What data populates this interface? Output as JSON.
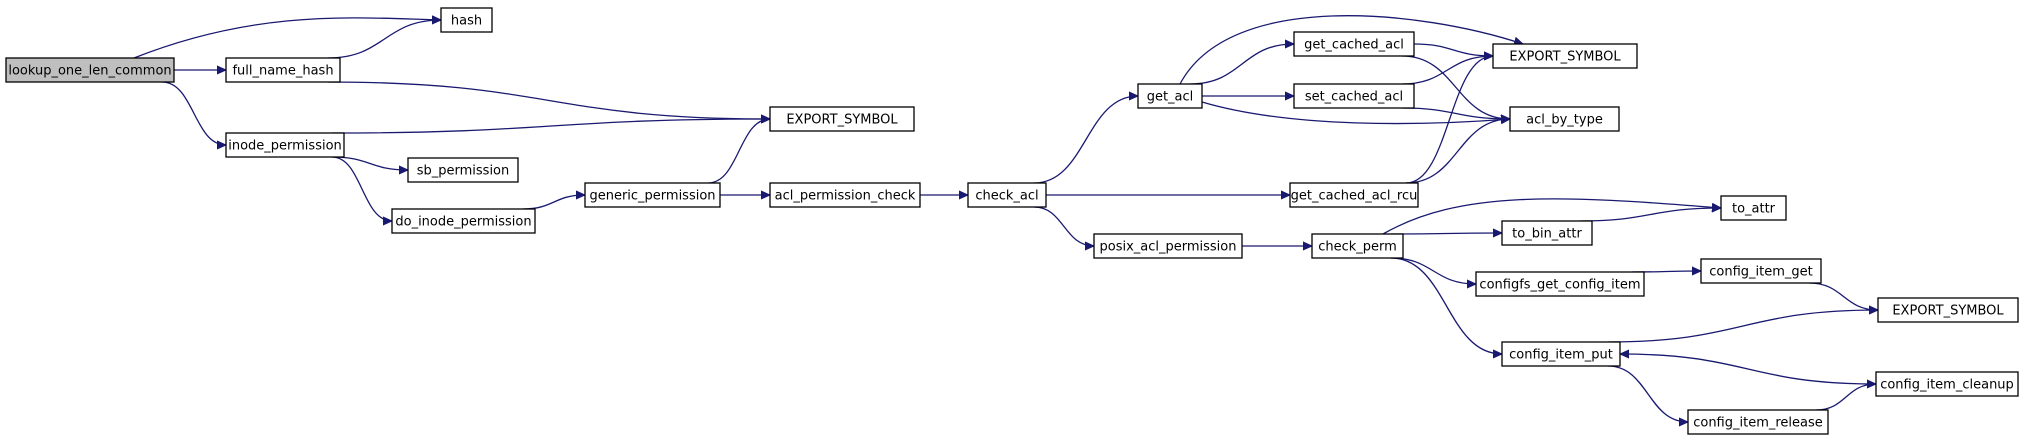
{
  "nodes": [
    {
      "id": "lookup_one_len_common",
      "label": "lookup_one_len_common",
      "root": true
    },
    {
      "id": "full_name_hash",
      "label": "full_name_hash"
    },
    {
      "id": "hash",
      "label": "hash"
    },
    {
      "id": "inode_permission",
      "label": "inode_permission"
    },
    {
      "id": "export_symbol_1",
      "label": "EXPORT_SYMBOL"
    },
    {
      "id": "sb_permission",
      "label": "sb_permission"
    },
    {
      "id": "do_inode_permission",
      "label": "do_inode_permission"
    },
    {
      "id": "generic_permission",
      "label": "generic_permission"
    },
    {
      "id": "acl_permission_check",
      "label": "acl_permission_check"
    },
    {
      "id": "check_acl",
      "label": "check_acl"
    },
    {
      "id": "get_acl",
      "label": "get_acl"
    },
    {
      "id": "get_cached_acl",
      "label": "get_cached_acl"
    },
    {
      "id": "set_cached_acl",
      "label": "set_cached_acl"
    },
    {
      "id": "export_symbol_2",
      "label": "EXPORT_SYMBOL"
    },
    {
      "id": "acl_by_type",
      "label": "acl_by_type"
    },
    {
      "id": "get_cached_acl_rcu",
      "label": "get_cached_acl_rcu"
    },
    {
      "id": "posix_acl_permission",
      "label": "posix_acl_permission"
    },
    {
      "id": "check_perm",
      "label": "check_perm"
    },
    {
      "id": "to_bin_attr",
      "label": "to_bin_attr"
    },
    {
      "id": "to_attr",
      "label": "to_attr"
    },
    {
      "id": "configfs_get_config_item",
      "label": "configfs_get_config_item"
    },
    {
      "id": "config_item_get",
      "label": "config_item_get"
    },
    {
      "id": "export_symbol_3",
      "label": "EXPORT_SYMBOL"
    },
    {
      "id": "config_item_put",
      "label": "config_item_put"
    },
    {
      "id": "config_item_cleanup",
      "label": "config_item_cleanup"
    },
    {
      "id": "config_item_release",
      "label": "config_item_release"
    }
  ],
  "edges": [
    {
      "from": "lookup_one_len_common",
      "to": "full_name_hash"
    },
    {
      "from": "lookup_one_len_common",
      "to": "hash"
    },
    {
      "from": "lookup_one_len_common",
      "to": "inode_permission"
    },
    {
      "from": "full_name_hash",
      "to": "hash"
    },
    {
      "from": "full_name_hash",
      "to": "export_symbol_1"
    },
    {
      "from": "inode_permission",
      "to": "export_symbol_1"
    },
    {
      "from": "inode_permission",
      "to": "sb_permission"
    },
    {
      "from": "inode_permission",
      "to": "do_inode_permission"
    },
    {
      "from": "do_inode_permission",
      "to": "generic_permission"
    },
    {
      "from": "generic_permission",
      "to": "export_symbol_1"
    },
    {
      "from": "generic_permission",
      "to": "acl_permission_check"
    },
    {
      "from": "acl_permission_check",
      "to": "check_acl"
    },
    {
      "from": "check_acl",
      "to": "get_acl"
    },
    {
      "from": "check_acl",
      "to": "get_cached_acl_rcu"
    },
    {
      "from": "check_acl",
      "to": "posix_acl_permission"
    },
    {
      "from": "get_acl",
      "to": "export_symbol_2"
    },
    {
      "from": "get_acl",
      "to": "get_cached_acl"
    },
    {
      "from": "get_acl",
      "to": "set_cached_acl"
    },
    {
      "from": "get_acl",
      "to": "acl_by_type"
    },
    {
      "from": "get_cached_acl",
      "to": "export_symbol_2"
    },
    {
      "from": "get_cached_acl",
      "to": "acl_by_type"
    },
    {
      "from": "set_cached_acl",
      "to": "export_symbol_2"
    },
    {
      "from": "set_cached_acl",
      "to": "acl_by_type"
    },
    {
      "from": "get_cached_acl_rcu",
      "to": "export_symbol_2"
    },
    {
      "from": "get_cached_acl_rcu",
      "to": "acl_by_type"
    },
    {
      "from": "posix_acl_permission",
      "to": "check_perm"
    },
    {
      "from": "check_perm",
      "to": "to_attr"
    },
    {
      "from": "check_perm",
      "to": "to_bin_attr"
    },
    {
      "from": "check_perm",
      "to": "configfs_get_config_item"
    },
    {
      "from": "check_perm",
      "to": "config_item_put"
    },
    {
      "from": "to_bin_attr",
      "to": "to_attr"
    },
    {
      "from": "configfs_get_config_item",
      "to": "config_item_get"
    },
    {
      "from": "config_item_get",
      "to": "export_symbol_3"
    },
    {
      "from": "config_item_put",
      "to": "export_symbol_3"
    },
    {
      "from": "config_item_put",
      "to": "config_item_release"
    },
    {
      "from": "config_item_release",
      "to": "config_item_cleanup"
    },
    {
      "from": "config_item_cleanup",
      "to": "config_item_put"
    }
  ]
}
